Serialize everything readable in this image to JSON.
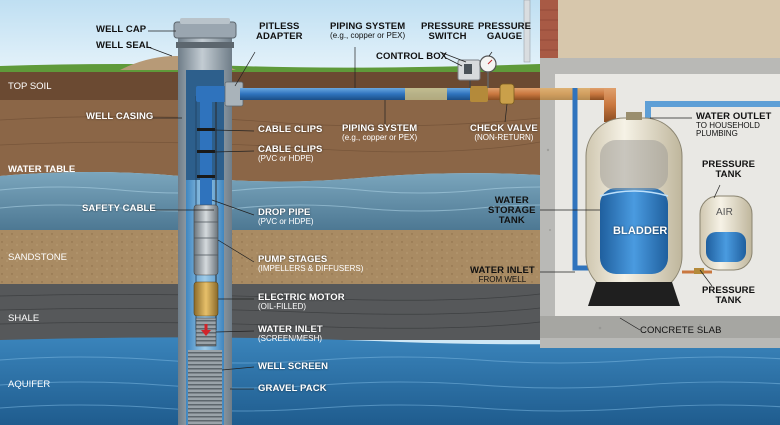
{
  "layers": {
    "top_soil": "TOP SOIL",
    "water_table": "WATER TABLE",
    "sandstone": "SANDSTONE",
    "shale": "SHALE",
    "aquifer": "AQUIFER"
  },
  "labels": {
    "well_cap": "WELL CAP",
    "well_seal": "WELL SEAL",
    "pitless_adapter": [
      "PITLESS",
      "ADAPTER"
    ],
    "piping_top": {
      "title": "PIPING SYSTEM",
      "sub": "(e.g., copper or PEX)"
    },
    "pressure_switch": [
      "PRESSURE",
      "SWITCH"
    ],
    "pressure_gauge": [
      "PRESSURE",
      "GAUGE"
    ],
    "control_box": "CONTROL BOX",
    "well_casing": "WELL CASING",
    "cable_clips_1": "CABLE CLIPS",
    "cable_clips_2": {
      "title": "CABLE CLIPS",
      "sub": "(PVC or HDPE)"
    },
    "piping_mid": {
      "title": "PIPING SYSTEM",
      "sub": "(e.g., copper or PEX)"
    },
    "check_valve": {
      "title": "CHECK VALVE",
      "sub": "(NON-RETURN)"
    },
    "safety_cable": "SAFETY CABLE",
    "drop_pipe": {
      "title": "DROP PIPE",
      "sub": "(PVC or HDPE)"
    },
    "pump_stages": {
      "title": "PUMP STAGES",
      "sub": "(IMPELLERS & DIFFUSERS)"
    },
    "electric_motor": {
      "title": "ELECTRIC MOTOR",
      "sub": "(OIL-FILLED)"
    },
    "water_inlet_pump": {
      "title": "WATER INLET",
      "sub": "(SCREEN/MESH)"
    },
    "well_screen": "WELL SCREEN",
    "gravel_pack": "GRAVEL PACK",
    "water_storage_tank": [
      "WATER",
      "STORAGE",
      "TANK"
    ],
    "bladder": "BLADDER",
    "air": "AIR",
    "water_outlet": {
      "title": "WATER OUTLET",
      "sub": [
        "TO HOUSEHOLD",
        "PLUMBING"
      ]
    },
    "pressure_tank_top": [
      "PRESSURE",
      "TANK"
    ],
    "pressure_tank_bottom": [
      "PRESSURE",
      "TANK"
    ],
    "water_inlet_well": {
      "title": "WATER INLET",
      "sub": "FROM WELL"
    },
    "concrete_slab": "CONCRETE SLAB"
  },
  "colors": {
    "sky": "#cfe7f5",
    "grass": "#5f9a3a",
    "topsoil": "#6b4a32",
    "soil": "#8b6647",
    "water_table": "#5f8aa0",
    "sandstone": "#a98b63",
    "shale": "#56585a",
    "aquifer": "#2f74a8",
    "casing": "#8c9aa6",
    "pipe_blue": "#2f73bd",
    "pipe_copper": "#c9773f",
    "tank": "#ece6d2",
    "water": "#2f7fc4",
    "concrete": "#b9b9b6"
  }
}
